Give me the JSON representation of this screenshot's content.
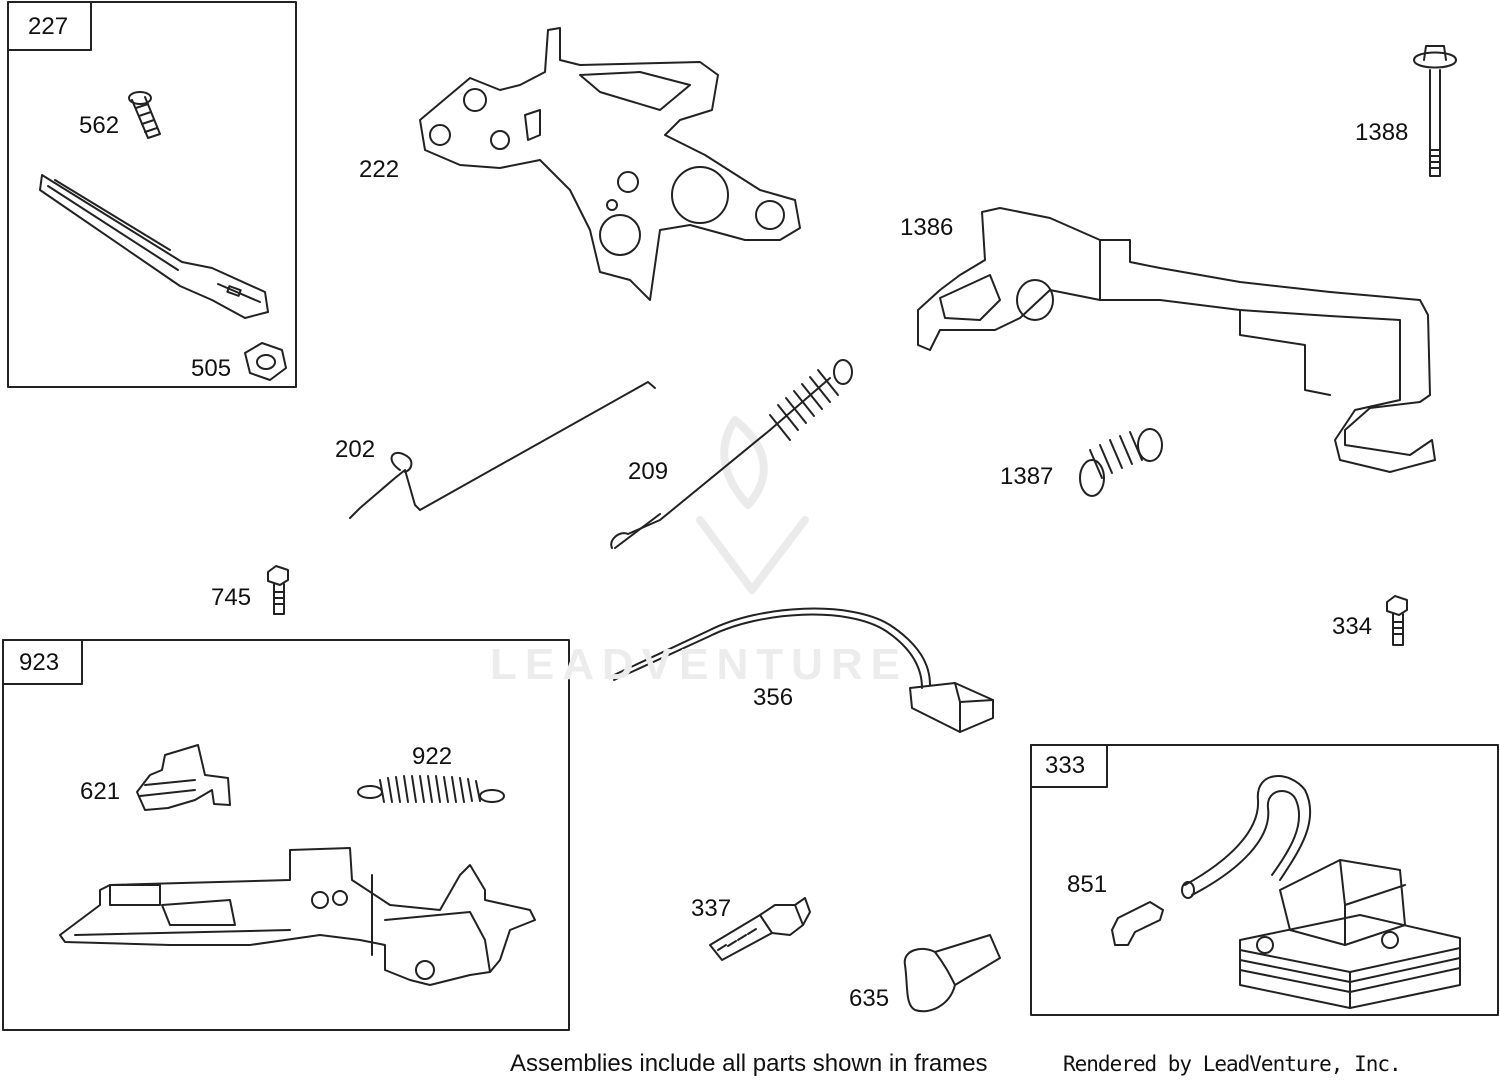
{
  "frames": {
    "f227": "227",
    "f923": "923",
    "f333": "333"
  },
  "callouts": {
    "p562": "562",
    "p505": "505",
    "p222": "222",
    "p1388": "1388",
    "p1386": "1386",
    "p202": "202",
    "p209": "209",
    "p1387": "1387",
    "p745": "745",
    "p334": "334",
    "p356": "356",
    "p621": "621",
    "p922": "922",
    "p337": "337",
    "p851": "851",
    "p635": "635"
  },
  "watermark": "LEADVENTURE",
  "footer": {
    "note": "Assemblies include all parts shown in frames",
    "credit": "Rendered by LeadVenture, Inc."
  }
}
